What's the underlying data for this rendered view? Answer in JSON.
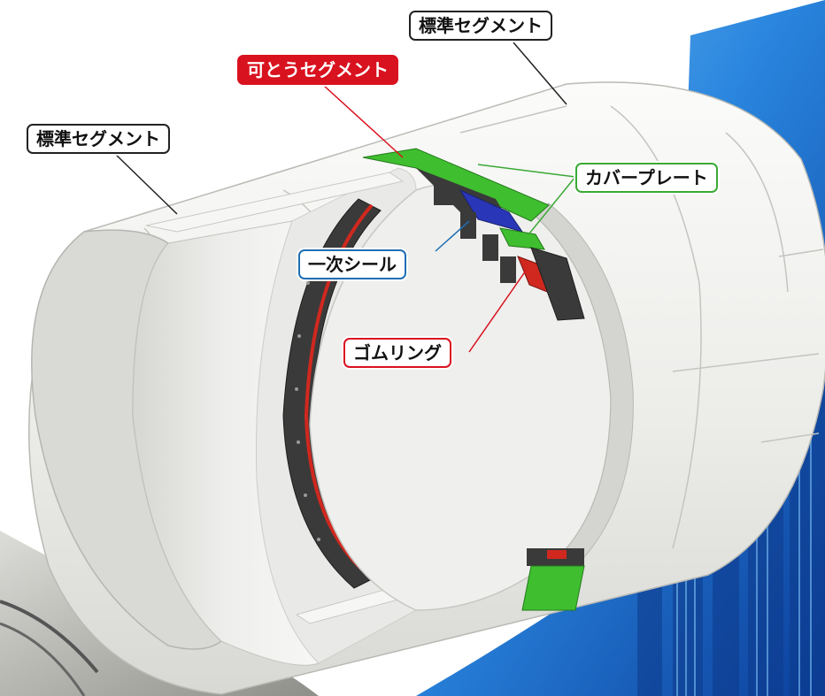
{
  "labels": {
    "standard_top": "標準セグメント",
    "flexible": "可とうセグメント",
    "standard_left": "標準セグメント",
    "cover_plate": "カバープレート",
    "primary_seal": "一次シール",
    "rubber_ring": "ゴムリング"
  },
  "colors": {
    "segment_face": "#f1f1ef",
    "segment_inner": "#e4e4e2",
    "segment_edge": "#c9c9c6",
    "cover_plate": "#3fbf2f",
    "primary_seal": "#2a36b8",
    "rubber_ring": "#d0281f",
    "steel": "#3a3a3a",
    "background_city": "#1d6fd0",
    "label_red": "#d9121f",
    "line_green": "#3aa935",
    "line_blue": "#1f6fb4",
    "line_black": "#222222"
  }
}
